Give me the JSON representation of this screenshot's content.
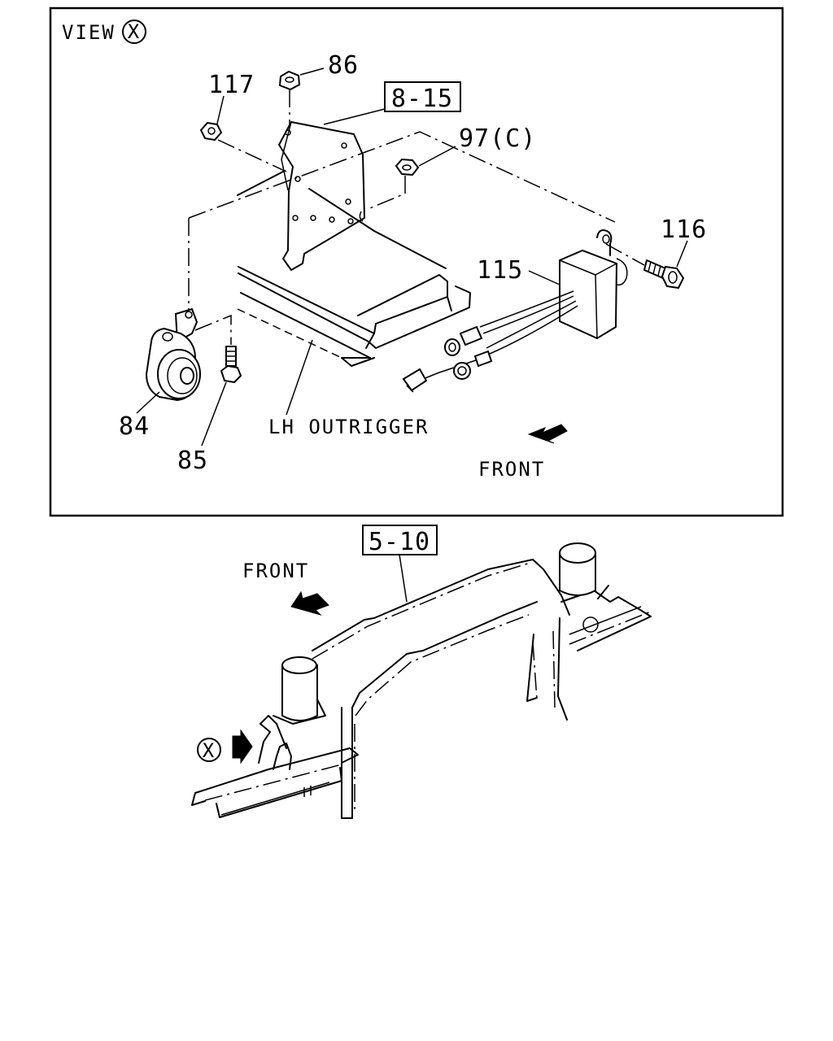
{
  "view": {
    "label": "VIEW",
    "marker": "X"
  },
  "refs": {
    "upper": "8-15",
    "lower": "5-10"
  },
  "callouts": {
    "p86": "86",
    "p117": "117",
    "p97c": "97(C)",
    "p116": "116",
    "p115": "115",
    "p84": "84",
    "p85": "85"
  },
  "captions": {
    "outrigger": "LH OUTRIGGER",
    "front_upper": "FRONT",
    "front_lower": "FRONT"
  },
  "lower_view_marker": "X"
}
